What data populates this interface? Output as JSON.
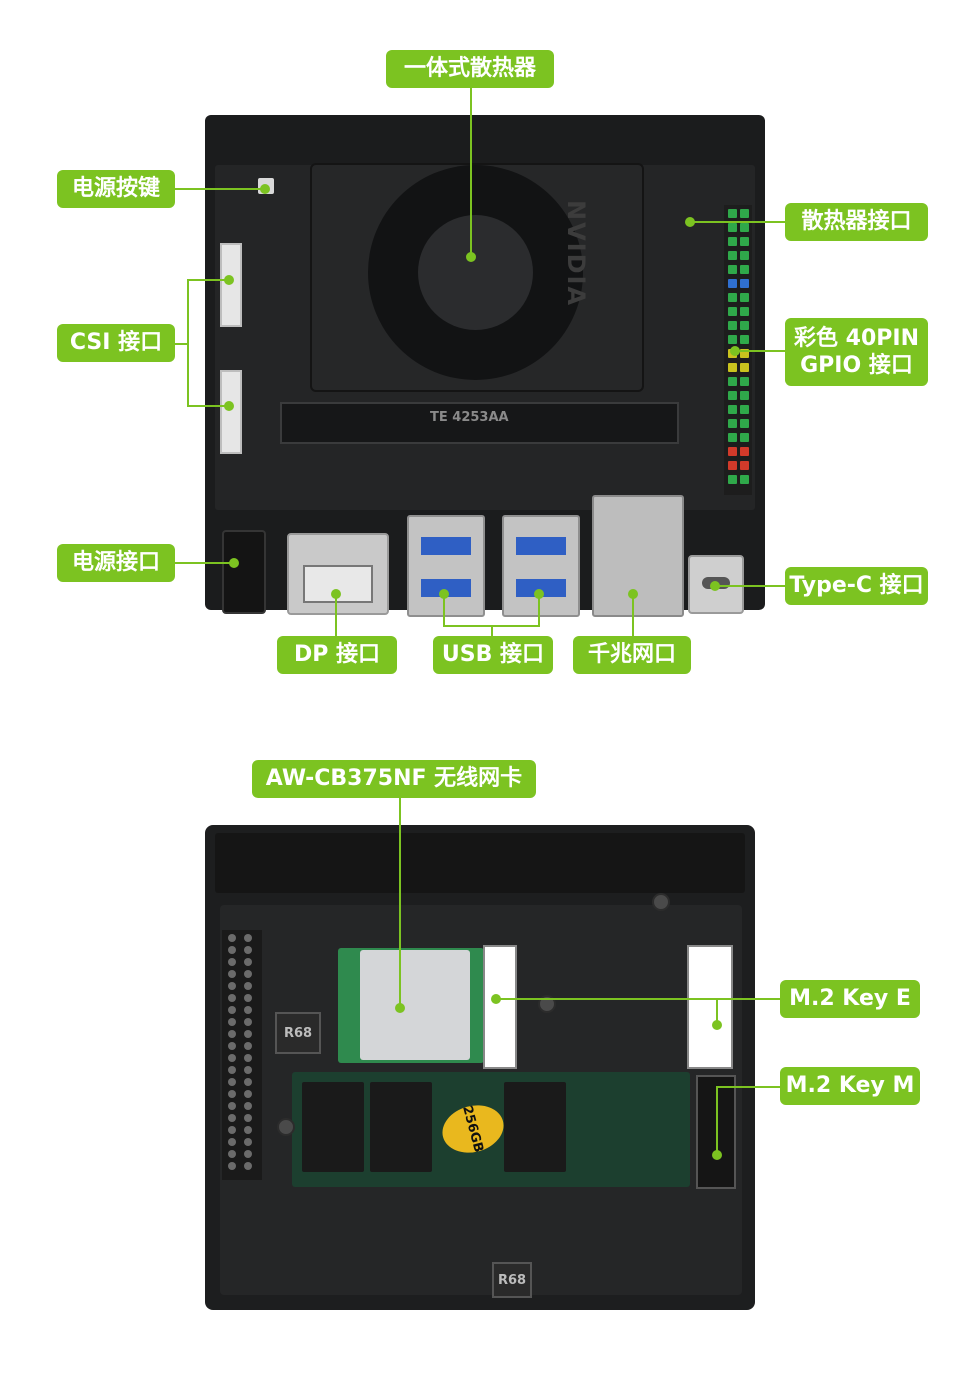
{
  "top_labels": {
    "heatsink": "一体式散热器",
    "power_button": "电源按键",
    "csi": "CSI 接口",
    "power_port": "电源接口",
    "fan_port": "散热器接口",
    "gpio_line1": "彩色 40PIN",
    "gpio_line2": "GPIO 接口",
    "typec": "Type-C 接口",
    "dp": "DP 接口",
    "usb": "USB 接口",
    "ethernet": "千兆网口"
  },
  "bottom_labels": {
    "wifi_card": "AW-CB375NF 无线网卡",
    "m2_key_e": "M.2 Key E",
    "m2_key_m": "M.2 Key M"
  },
  "board_markings": {
    "module_brand": "NVIDIA",
    "slot_text": "TE  4253AA",
    "ssd_capacity": "256GB",
    "inductor": "R68"
  },
  "colors": {
    "accent": "#7cc321",
    "board": "#1b1c1d"
  }
}
